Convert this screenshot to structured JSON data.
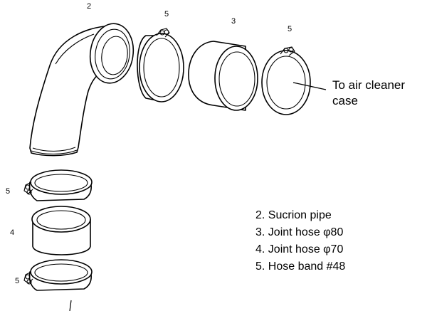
{
  "callouts": {
    "pipe": "2",
    "band_top_left": "5",
    "joint_hose_top": "3",
    "band_top_right": "5",
    "band_left_upper": "5",
    "joint_hose_left": "4",
    "band_left_lower": "5"
  },
  "annotation": {
    "line1": "To air cleaner",
    "line2": "case"
  },
  "legend": {
    "items": [
      "2. Sucrion pipe",
      "3. Joint hose φ80",
      "4. Joint hose φ70",
      "5. Hose band #48"
    ]
  }
}
